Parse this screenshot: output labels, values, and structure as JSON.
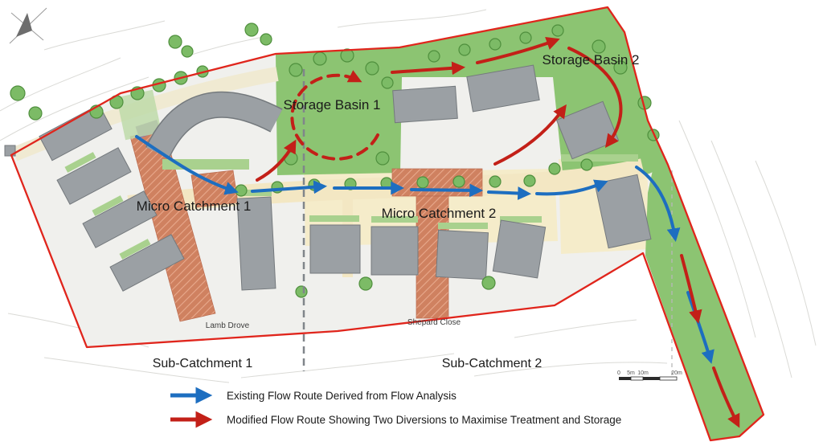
{
  "diagram": {
    "labels": {
      "storage_basin_1": "Storage Basin 1",
      "storage_basin_2": "Storage Basin 2",
      "micro_catchment_1": "Micro Catchment 1",
      "micro_catchment_2": "Micro Catchment 2",
      "sub_catchment_1": "Sub-Catchment 1",
      "sub_catchment_2": "Sub-Catchment 2",
      "lamb_drove": "Lamb Drove",
      "shepard_close": "Shepard Close"
    },
    "legend": [
      {
        "color": "#1d6ec0",
        "label": "Existing Flow Route Derived from Flow Analysis"
      },
      {
        "color": "#c32018",
        "label": "Modified Flow Route Showing Two Diversions to Maximise Treatment and Storage"
      }
    ],
    "scale_bar": {
      "labels": [
        "0",
        "5m",
        "10m",
        "20m"
      ]
    },
    "colors": {
      "site_boundary": "#e0251c",
      "existing_flow": "#1d6ec0",
      "modified_flow": "#c32018",
      "green_space": "#8cc472",
      "road_surface": "#f3e7c3",
      "paved_brick": "#cd7d5f",
      "building": "#9ba0a4"
    }
  }
}
